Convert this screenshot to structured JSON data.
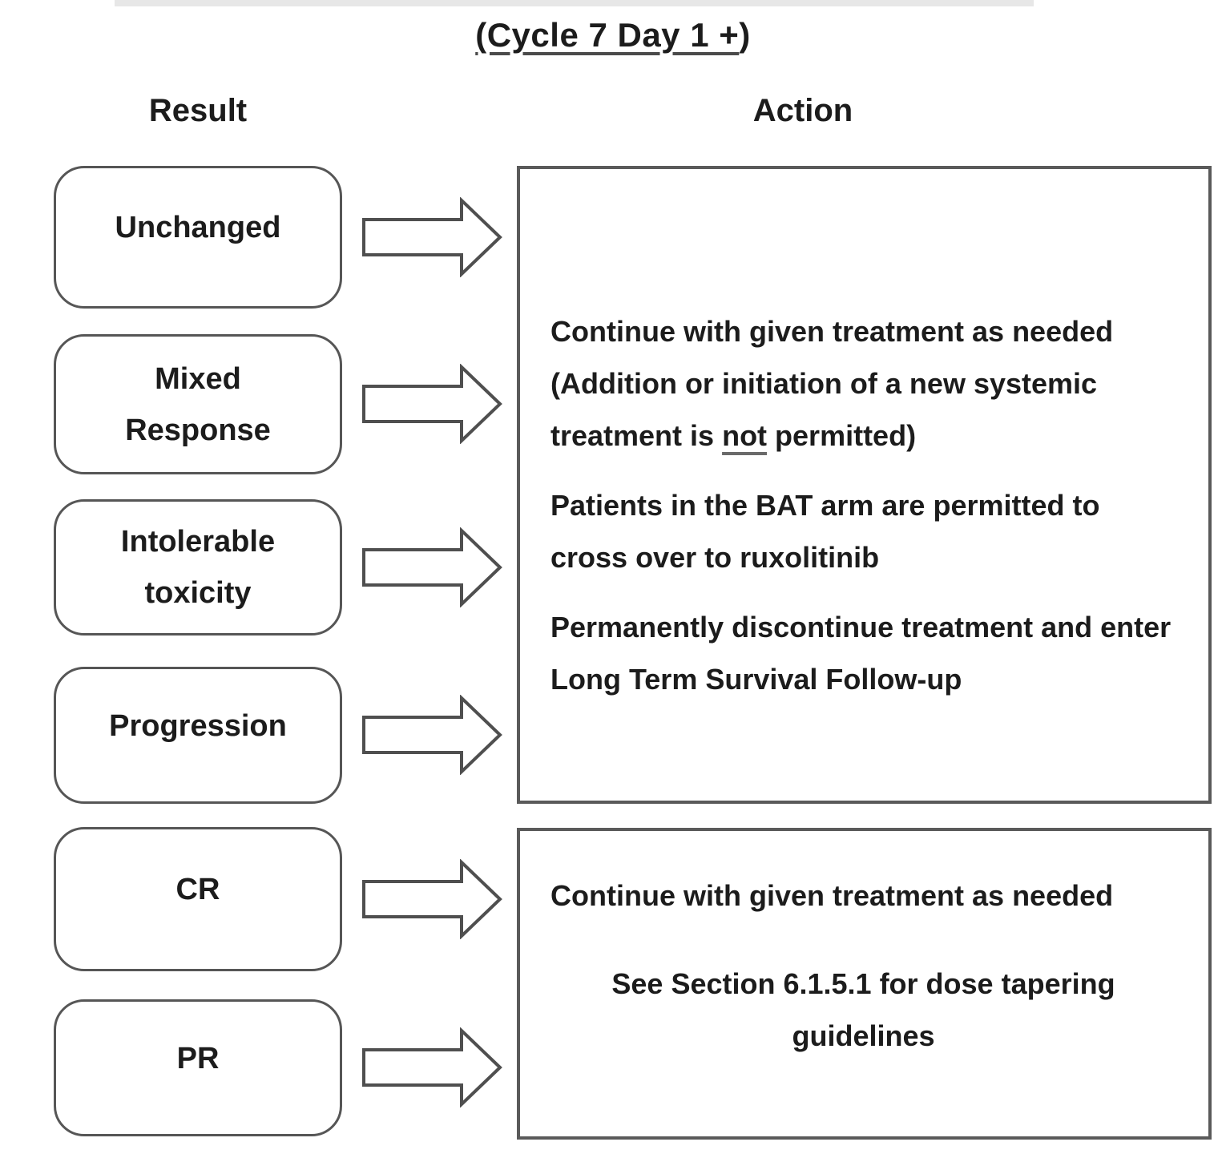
{
  "title": {
    "underlined_part": "(Cycle 7 Day 1 +",
    "suffix": ")"
  },
  "headers": {
    "result": "Result",
    "action": "Action"
  },
  "result_boxes": [
    {
      "label": "Unchanged"
    },
    {
      "label": "Mixed Response"
    },
    {
      "label": "Intolerable toxicity"
    },
    {
      "label": "Progression"
    },
    {
      "label": "CR"
    },
    {
      "label": "PR"
    }
  ],
  "action_box_top": {
    "paragraph1": {
      "before_emphasis": "Continue with given treatment as needed (Addition or initiation of a new systemic treatment is ",
      "emphasis": "not",
      "after_emphasis": " permitted)"
    },
    "paragraph2": "Patients in the BAT arm are permitted to cross over to ruxolitinib",
    "paragraph3": "Permanently discontinue treatment and enter Long Term Survival Follow-up"
  },
  "action_box_bottom": {
    "paragraph1": "Continue with given treatment as needed",
    "paragraph2": "See Section 6.1.5.1 for dose tapering guidelines"
  },
  "colors": {
    "box_border": "#565656",
    "action_border": "#5a5a5a",
    "text": "#1c1c1c",
    "background": "#ffffff"
  }
}
